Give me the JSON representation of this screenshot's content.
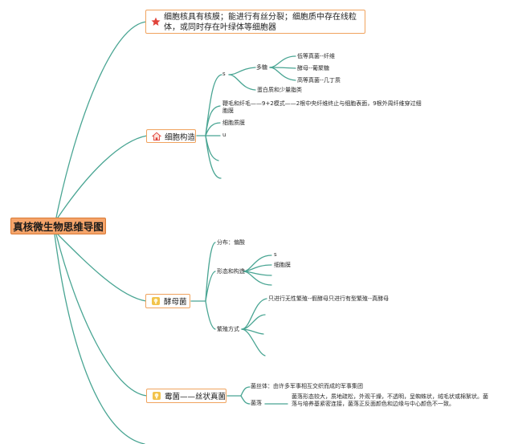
{
  "title": "真核微生物思维导图",
  "colors": {
    "branch": "#49a593",
    "root_fill": "#f5a46a",
    "root_border": "#d97a35",
    "box_border": "#f0a35e",
    "star": "#e0433b",
    "bulb": "#f2c34b"
  },
  "topics": {
    "traits": {
      "icon": "star-icon",
      "text": "细胞核具有核膜；能进行有丝分裂；细胞质中存在线粒体，或同时存在叶绿体等细胞器"
    },
    "cell": {
      "icon": "home-icon",
      "label": "细胞构造",
      "s_mark": "s",
      "polysaccharide": "多糖",
      "poly_items": [
        "低等真菌--纤维",
        "酵母--葡聚糖",
        "高等真菌--几丁质"
      ],
      "protein": "蛋白质和少量脂类",
      "flagella": "鞭毛和纤毛——9+2模式——2根中央纤维终止与细胞表面，9根外周纤维穿过细胞膜",
      "membrane": "细胞质膜",
      "u_mark": "u"
    },
    "yeast": {
      "icon": "bulb-icon",
      "label": "酵母菌",
      "distribution": "分布：偏酸",
      "morphology": "形态和构造",
      "morph_s": "s",
      "morph_membrane": "细胞膜",
      "reproduction": "繁殖方式",
      "repro_text": "只进行无性繁殖--假酵母只进行有型繁殖--真酵母"
    },
    "mold": {
      "icon": "bulb-icon",
      "label": "霉菌——丝状真菌",
      "hyphae": "菌丝体：由许多军事相互交织而成的军事集团",
      "colony": "菌落",
      "colony_text": "菌落形态较大，质地疏松，外观干燥，不透明，呈蜘蛛状，绒毛状或棉絮状。菌落与培养基紧密连接，菌落正反面颜色和边缘与中心颜色不一致。"
    }
  }
}
